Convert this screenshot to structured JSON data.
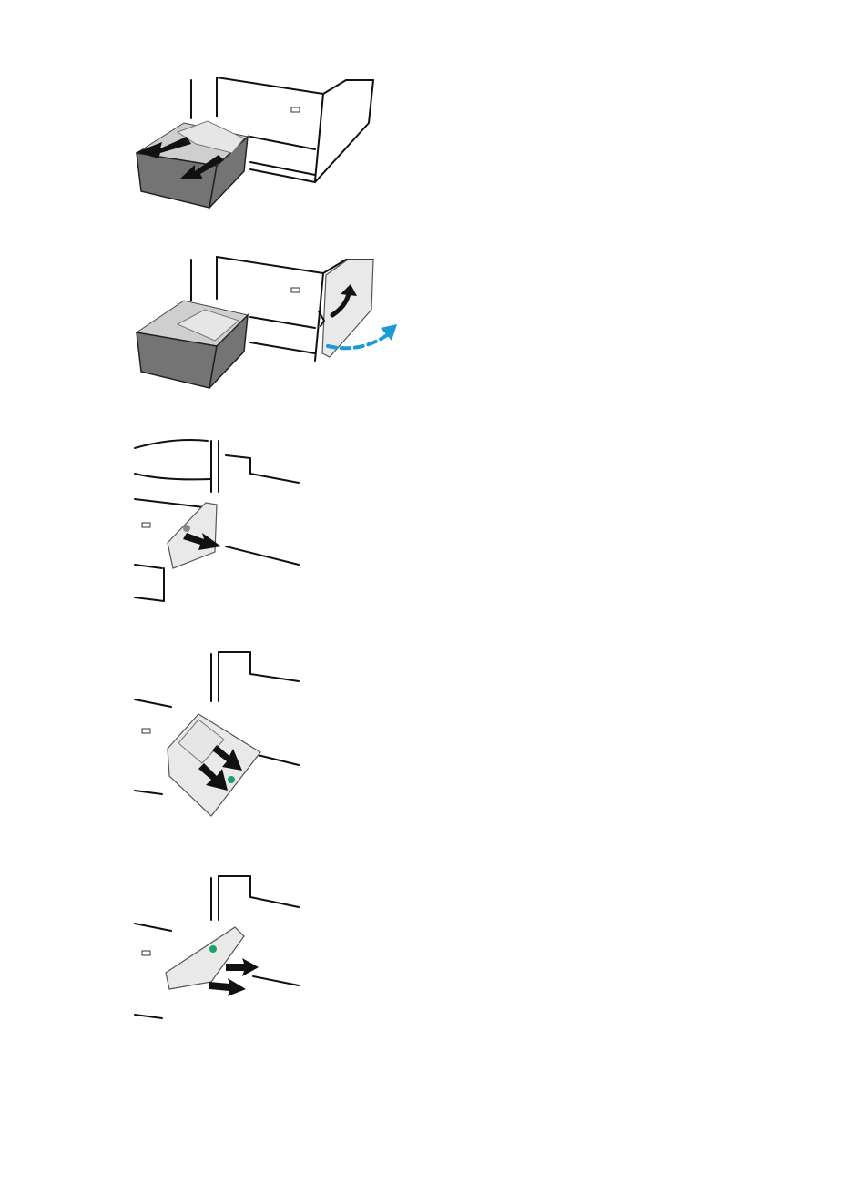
{
  "document": {
    "type": "printer-maintenance-illustrations",
    "steps": [
      {
        "id": "step-1",
        "icons": [
          "printer-icon",
          "tray-icon",
          "pull-arrow-icon"
        ]
      },
      {
        "id": "step-2",
        "icons": [
          "printer-icon",
          "tray-icon",
          "door-lift-arrow-icon",
          "dashed-motion-arrow-icon"
        ]
      },
      {
        "id": "step-3",
        "icons": [
          "printer-icon",
          "right-door-icon",
          "pull-arrow-icon"
        ]
      },
      {
        "id": "step-4",
        "icons": [
          "printer-icon",
          "duplex-unit-icon",
          "pull-arrow-icon"
        ]
      },
      {
        "id": "step-5",
        "icons": [
          "printer-icon",
          "duplex-unit-icon",
          "push-arrow-icon"
        ]
      }
    ]
  },
  "colors": {
    "outline": "#111111",
    "tray": "#747474",
    "paper": "#e6e6e6",
    "motion_blue": "#1a9ad6",
    "latch_green": "#19a36b"
  }
}
